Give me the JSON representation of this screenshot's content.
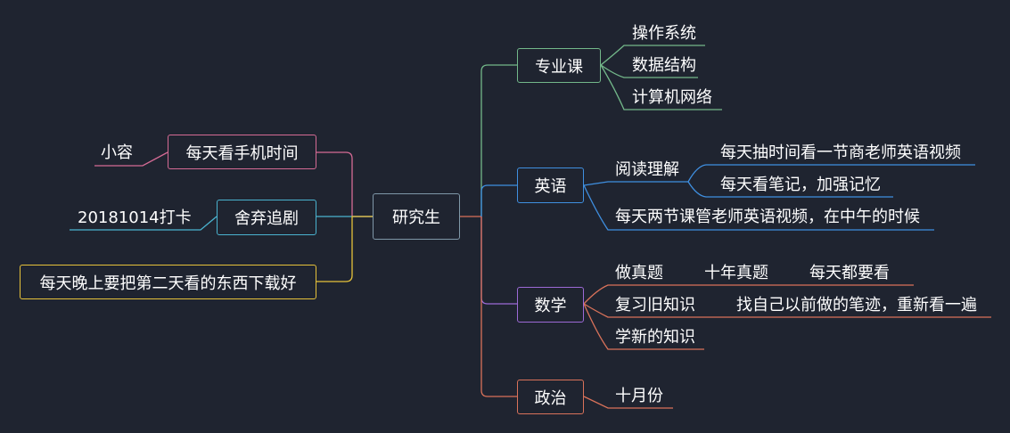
{
  "colors": {
    "background": "#1f2430",
    "pink": "#d56b95",
    "cyan": "#4ab3cf",
    "yellow": "#e6c23a",
    "green": "#73b88a",
    "blue": "#3f8fe0",
    "purple": "#9c6ad6",
    "orange": "#d9725a",
    "center_border": "#7f98a8"
  },
  "center": {
    "label": "研究生"
  },
  "left": {
    "phone": {
      "label": "每天看手机时间",
      "child": "小容"
    },
    "drama": {
      "label": "舍弃追剧",
      "child": "20181014打卡"
    },
    "download": {
      "label": "每天晚上要把第二天看的东西下载好"
    }
  },
  "right": {
    "major": {
      "label": "专业课",
      "items": [
        "操作系统",
        "数据结构",
        "计算机网络"
      ]
    },
    "english": {
      "label": "英语",
      "reading": {
        "label": "阅读理解",
        "items": [
          "每天抽时间看一节商老师英语视频",
          "每天看笔记，加强记忆"
        ]
      },
      "daily": "每天两节课管老师英语视频，在中午的时候"
    },
    "math": {
      "label": "数学",
      "exam": {
        "label": "做真题",
        "sub": "十年真题",
        "sub2": "每天都要看"
      },
      "review": {
        "label": "复习旧知识",
        "sub": "找自己以前做的笔迹，重新看一遍"
      },
      "learn": {
        "label": "学新的知识"
      }
    },
    "politics": {
      "label": "政治",
      "items": [
        "十月份"
      ]
    }
  }
}
